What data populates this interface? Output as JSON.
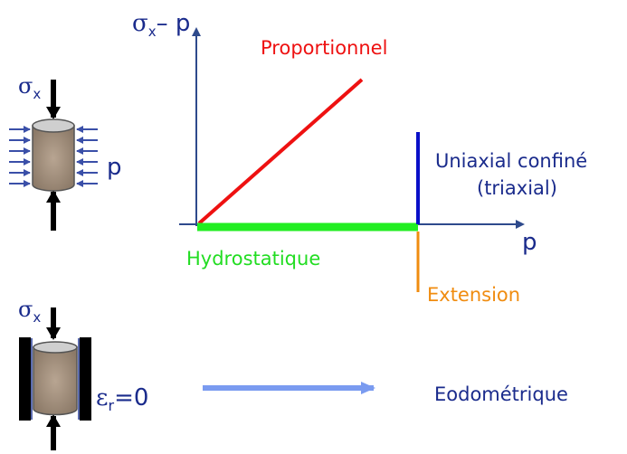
{
  "colors": {
    "axis": "#2e4a8c",
    "proportional": "#ee1111",
    "hydrostatic": "#22ee22",
    "uniaxial": "#0a10c8",
    "extension": "#f08c10",
    "eodometric_arrow": "#7a9bf0",
    "text_navy": "#1a2b8c",
    "specimen_arrows": "#3a4fa8"
  },
  "axes": {
    "y_label_sigma": "σ",
    "y_label_sub": "x",
    "y_label_rest": "– p",
    "x_label": "p"
  },
  "paths": {
    "proportional": "Proportionnel",
    "hydrostatic": "Hydrostatique",
    "uniaxial_line1": "Uniaxial confiné",
    "uniaxial_line2": "(triaxial)",
    "extension": "Extension",
    "eodometric": "Eodométrique"
  },
  "specimen_top": {
    "sigma": "σ",
    "sigma_sub": "x",
    "pressure": "p"
  },
  "specimen_bottom": {
    "sigma": "σ",
    "sigma_sub": "x",
    "strain": "ε",
    "strain_sub": "r",
    "strain_value": "=0"
  }
}
